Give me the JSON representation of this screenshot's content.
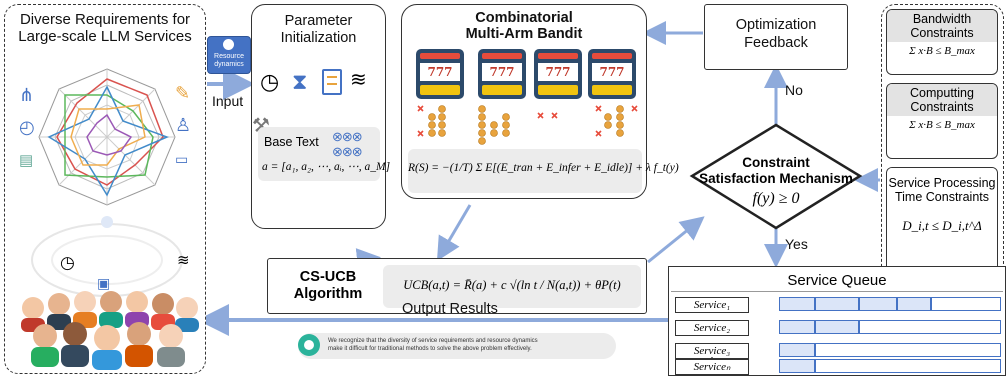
{
  "left_panel": {
    "title": "Diverse Requirements for Large-scale LLM Services"
  },
  "resource_badge": {
    "label": "Resource dynamics"
  },
  "input_label": "Input",
  "param_init": {
    "title": "Parameter Initialization",
    "base_text": "Base Text",
    "formula": "a = [a₁, a₂, ⋯, aᵢ, ⋯, a_M]"
  },
  "bandit": {
    "title_line1": "Combinatorial",
    "title_line2": "Multi-Arm Bandit",
    "machine_display": "777",
    "formula": "R(S) = −(1/T) Σ E[(E_tran + E_infer + E_idle)] + λ f_t(y)"
  },
  "optimization": {
    "label": "Optimization Feedback"
  },
  "no_label": "No",
  "yes_label": "Yes",
  "constraint_mechanism": {
    "line1": "Constraint",
    "line2": "Satisfaction Mechanism",
    "formula": "f(y) ≥ 0"
  },
  "constraints": [
    {
      "title": "Bandwidth Constraints",
      "formula": "Σ x·B ≤ B_max"
    },
    {
      "title": "Computting Constraints",
      "formula": "Σ x·B ≤ B_max"
    },
    {
      "title": "Service Processing Time Constraints",
      "formula": "D_i,t ≤ D_i,t^Δ"
    }
  ],
  "algorithm": {
    "name_line1": "CS-UCB",
    "name_line2": "Algorithm",
    "formula": "UCB(a,t) = R̄(a) + c √(ln t / N(a,t)) + θP(t)"
  },
  "service_queue": {
    "title": "Service Queue",
    "rows": [
      {
        "label": "Service₁",
        "segments": 4
      },
      {
        "label": "Service₂",
        "segments": 2
      },
      {
        "label": "Service₃",
        "segments": 1
      },
      {
        "label": "Serviceₙ",
        "segments": 1
      }
    ],
    "ellipsis": "⋮"
  },
  "output_label": "Output Results",
  "note": {
    "line1": "We recognize that the diversity of service requirements and resource dynamics",
    "line2": "make it difficult for traditional methods to solve the above problem effectively."
  },
  "colors": {
    "arrow": "#8eaadb",
    "accent": "#4472c4",
    "dark": "#333333"
  }
}
